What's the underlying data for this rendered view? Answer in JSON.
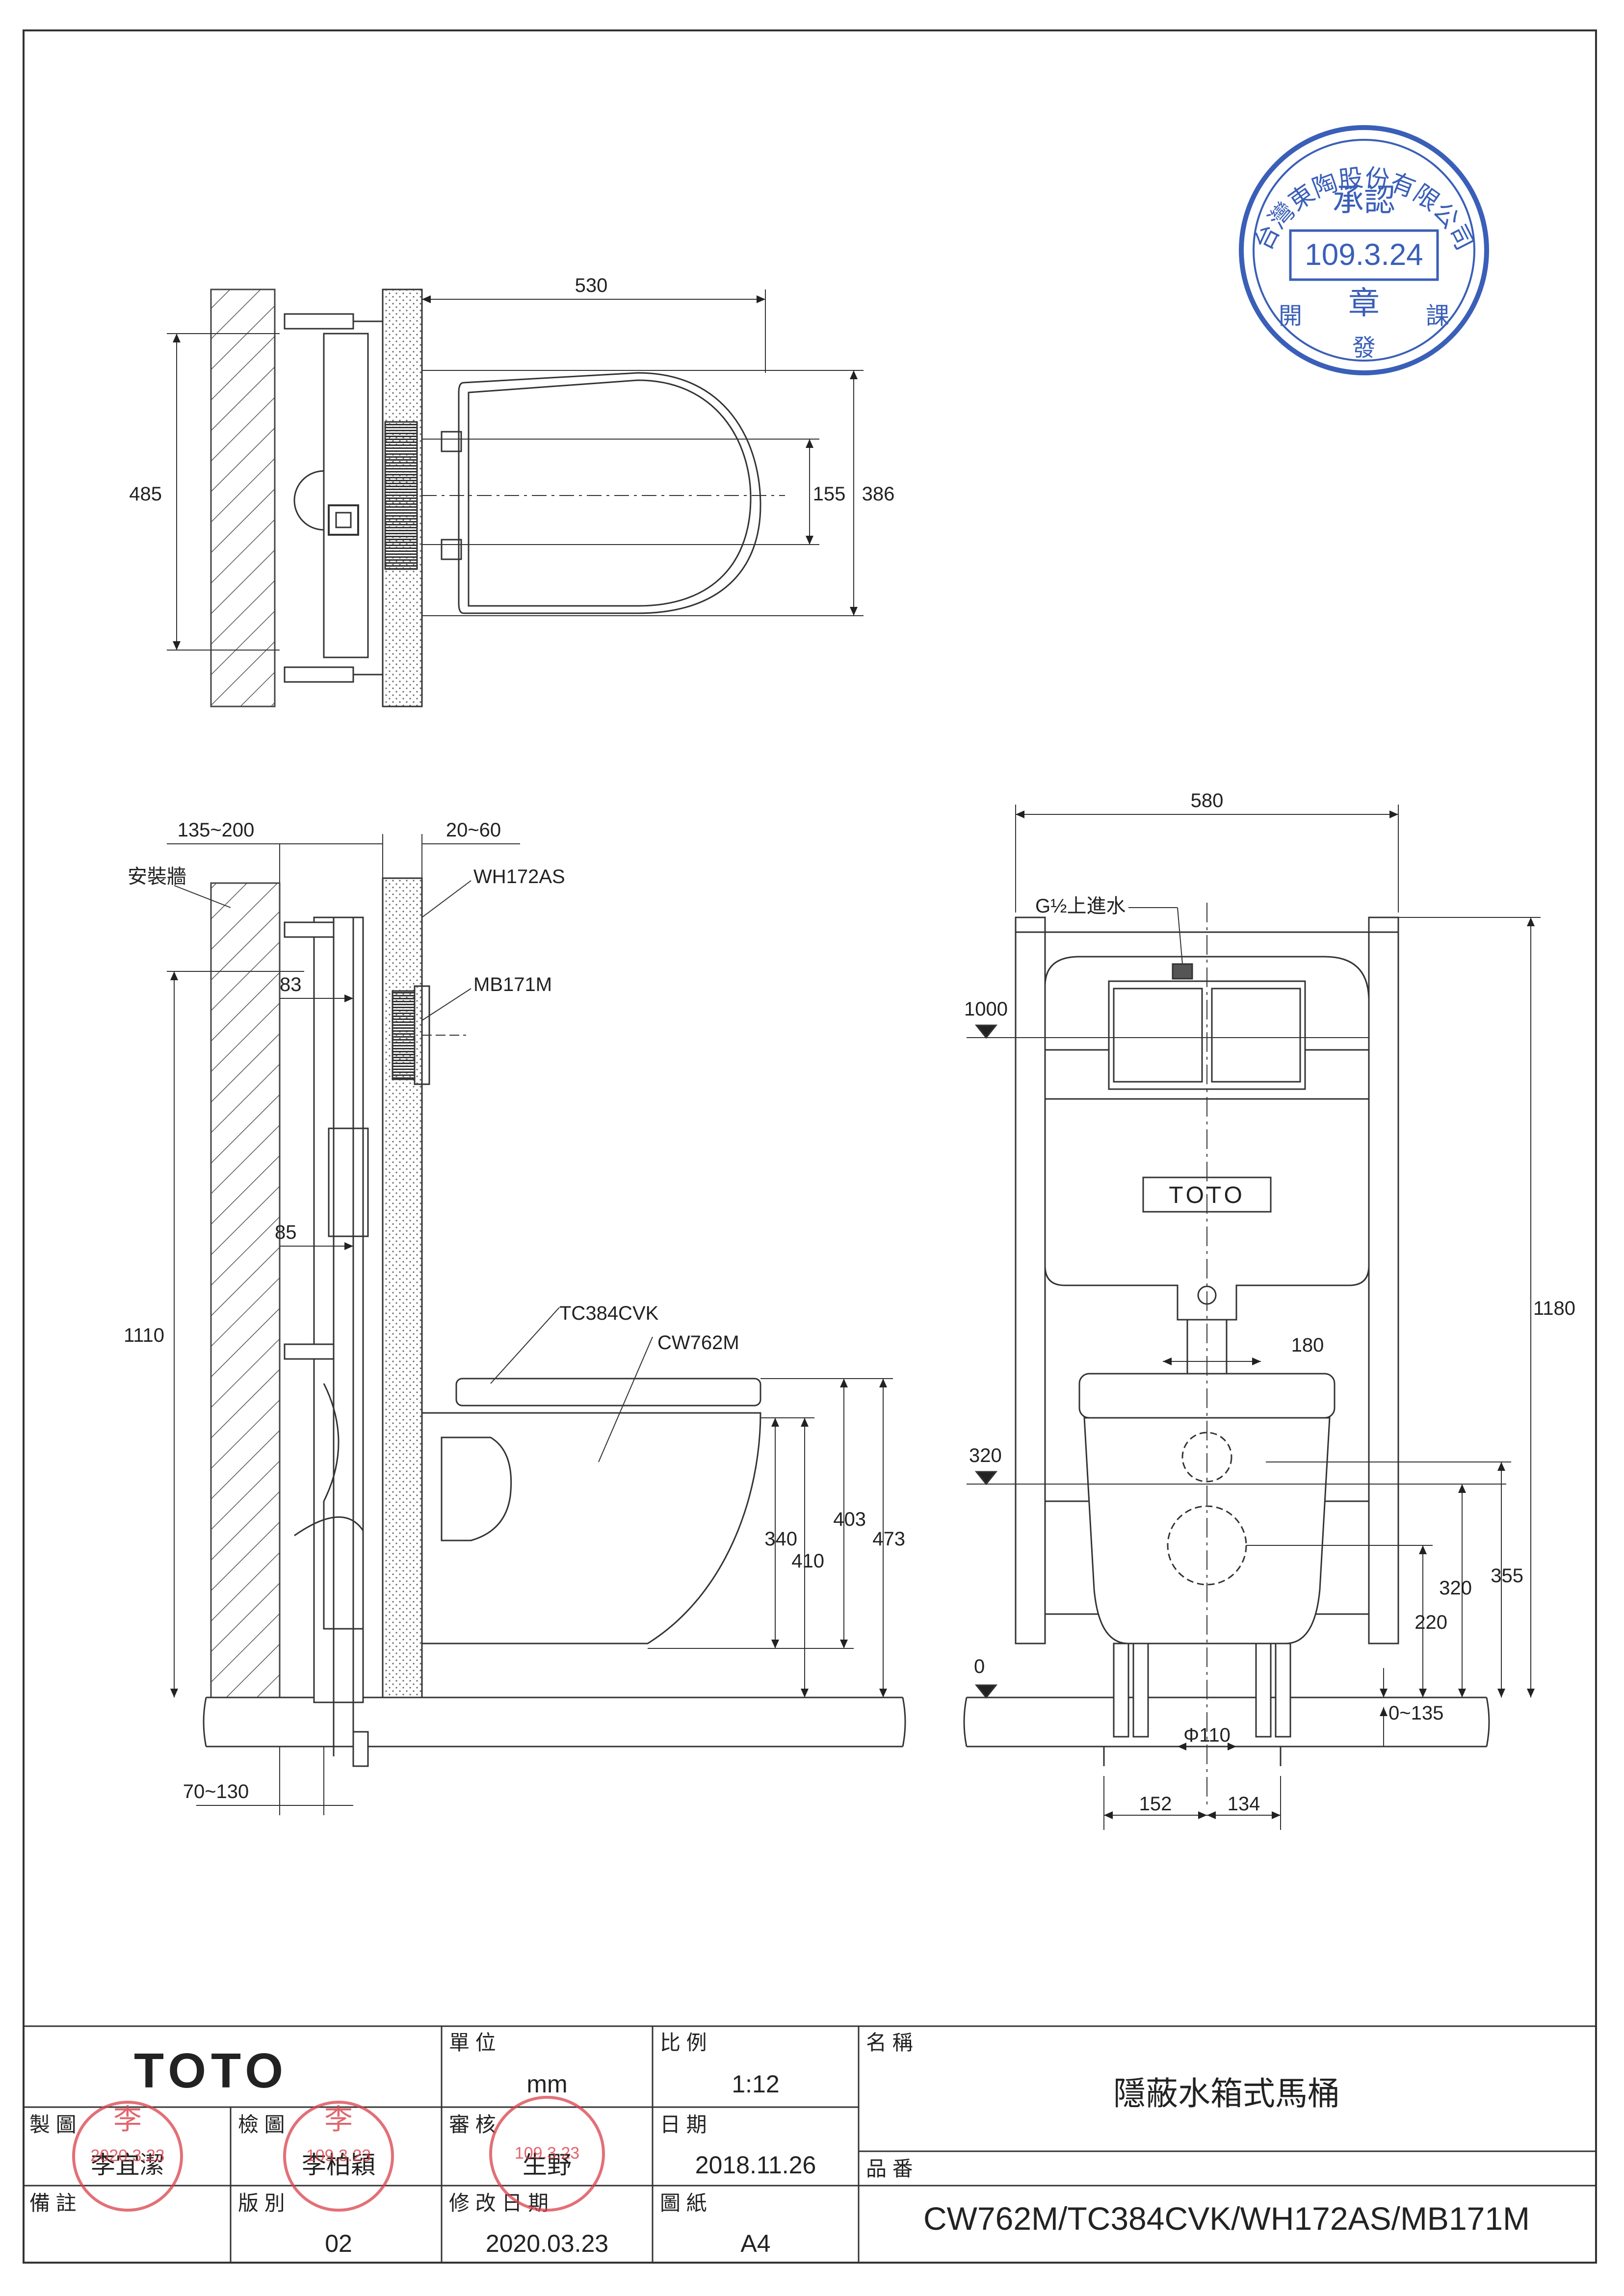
{
  "stamp": {
    "company": "台灣東陶股份有限公司",
    "approve": "承認",
    "date": "109.3.24",
    "chapter": "章",
    "dept_left": "開",
    "dept_mid": "發",
    "dept_right": "課"
  },
  "top_view": {
    "width": "530",
    "depth": "485",
    "seat_inner": "155",
    "seat_outer": "386"
  },
  "side_view": {
    "wall_label": "安裝牆",
    "wall_gap": "135~200",
    "panel_gap": "20~60",
    "frame": "WH172AS",
    "plate": "MB171M",
    "d83": "83",
    "d85": "85",
    "height_total": "1110",
    "seat_model": "TC384CVK",
    "bowl_model": "CW762M",
    "h340": "340",
    "h410": "410",
    "h403": "403",
    "h473": "473",
    "floor_gap": "70~130"
  },
  "front_view": {
    "width": "580",
    "inlet": "G½上進水",
    "level_1000": "1000",
    "brand": "TOTO",
    "height_1180": "1180",
    "d180": "180",
    "level_320": "320",
    "h320": "320",
    "h355": "355",
    "h220": "220",
    "level_0": "0",
    "adjust": "0~135",
    "pipe": "Φ110",
    "w152": "152",
    "w134": "134"
  },
  "title_block": {
    "brand": "TOTO",
    "unit_label": "單 位",
    "unit_value": "mm",
    "scale_label": "比 例",
    "scale_value": "1:12",
    "name_label": "名 稱",
    "name_value": "隱蔽水箱式馬桶",
    "drawn_label": "製 圖",
    "drawn_by": "李宜潔",
    "check_label": "檢 圖",
    "checked_by": "李柏穎",
    "review_label": "審 核",
    "reviewed_by": "生野",
    "date_label": "日 期",
    "date_value": "2018.11.26",
    "part_label": "品 番",
    "part_value": "CW762M/TC384CVK/WH172AS/MB171M",
    "remark_label": "備 註",
    "version_label": "版 別",
    "version_value": "02",
    "modified_label": "修 改 日 期",
    "modified_value": "2020.03.23",
    "paper_label": "圖 紙",
    "paper_value": "A4",
    "stamp_drawn_surname": "李",
    "stamp_drawn_date": "2020.3.23",
    "stamp_check_surname": "李",
    "stamp_check_date": "109.3.23",
    "stamp_review_date": "109.3.23"
  }
}
